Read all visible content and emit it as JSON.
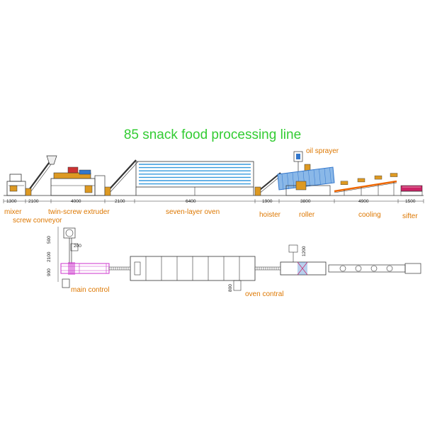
{
  "title": "85 snack food processing line",
  "labels": {
    "oil_sprayer": "oil sprayer",
    "mixer": "mixer",
    "screw_conveyor": "screw conveyor",
    "twin_screw_extruder": "twin-screw extruder",
    "seven_layer_oven": "seven-layer oven",
    "hoister": "hoister",
    "roller": "roller",
    "cooling": "cooling",
    "sifter": "sifter",
    "main_control": "main control",
    "oven_control": "oven contral"
  },
  "dimensions_top": [
    "1300",
    "2100",
    "4000",
    "2100",
    "6400",
    "1900",
    "3800",
    "4900",
    "1500"
  ],
  "dimensions_plan": {
    "d500": "500",
    "d2100": "2100",
    "d900": "900",
    "d200": "200",
    "d800": "800",
    "d1200": "1200"
  },
  "colors": {
    "title": "#33cc33",
    "label": "#dd7700",
    "oven": "#3399dd",
    "extruder": "#cc33cc",
    "line": "#333333",
    "conveyor": "#ee6600",
    "sifter": "#cc2266",
    "roller": "#3377cc"
  }
}
